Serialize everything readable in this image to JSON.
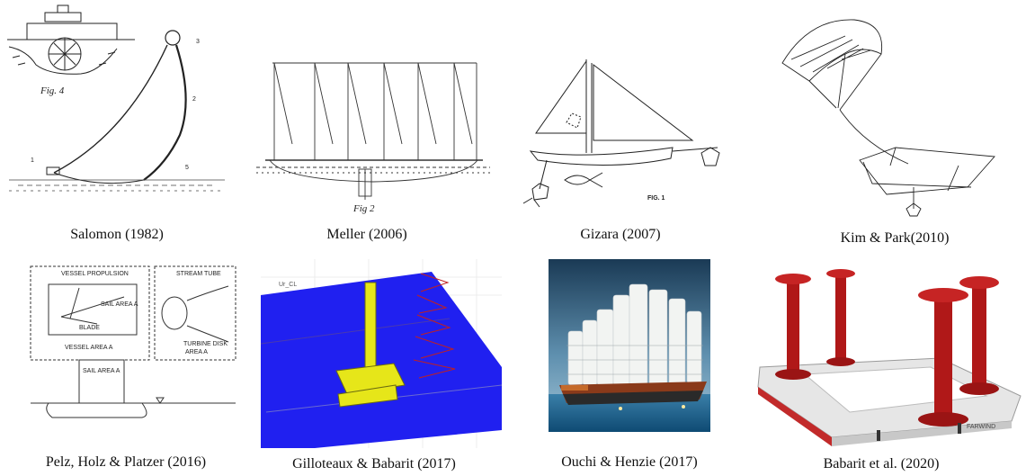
{
  "captions": [
    "Salomon (1982)",
    "Meller  (2006)",
    "Gizara  (2007)",
    "Kim  & Park(2010)",
    "Pelz, Holz & Platzer (2016)",
    "Gilloteaux  & Babarit (2017)",
    "Ouchi & Henzie (2017)",
    "Babarit et al. (2020)"
  ],
  "figure_labels": {
    "salomon": "Fig. 4",
    "meller": "Fig 2",
    "gizara": "FIG. 1"
  },
  "pelz_labels": {
    "vessel_propulsion": "VESSEL PROPULSION",
    "stream_tube": "STREAM TUBE",
    "sail_area": "SAIL AREA A",
    "blade": "BLADE",
    "vessel_area": "VESSEL AREA A",
    "turbine_disk": "TURBINE DISK",
    "turbine_area": "AREA A",
    "sail_area_2": "SAIL AREA A"
  },
  "babarit_label": "FARWIND"
}
